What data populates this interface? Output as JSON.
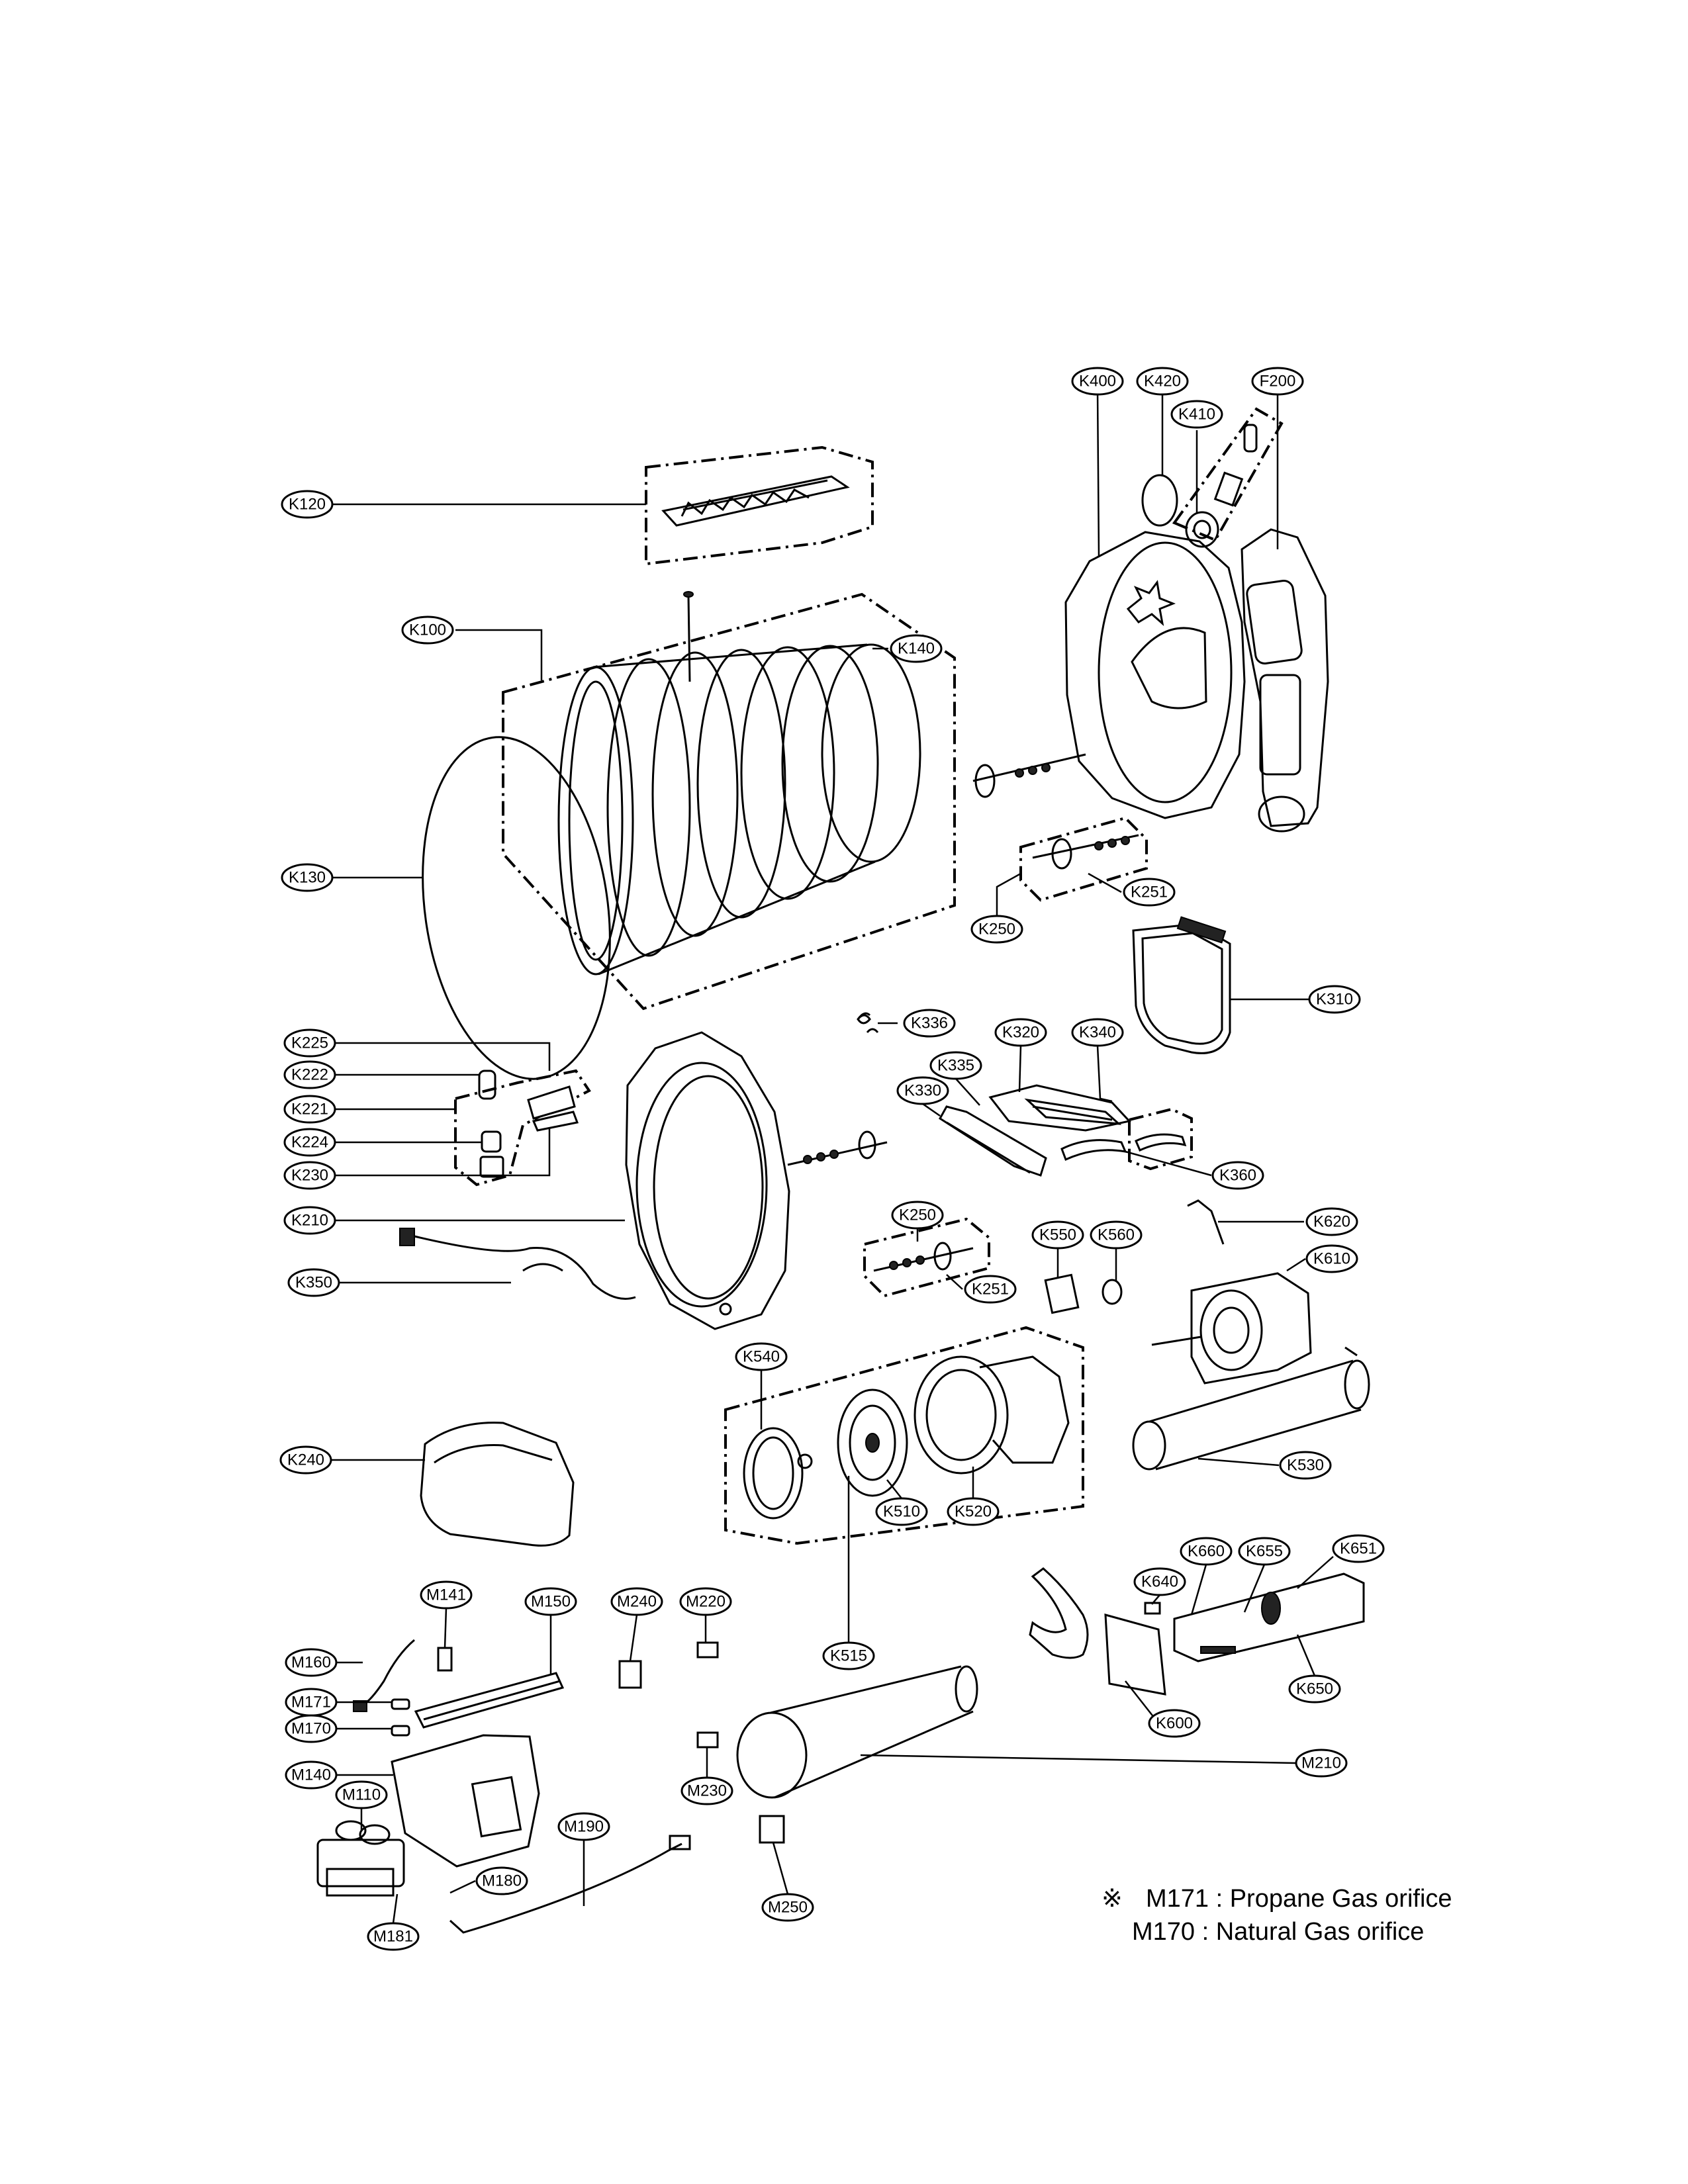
{
  "labels": [
    "K400",
    "K420",
    "F200",
    "K410",
    "K120",
    "K100",
    "K140",
    "K130",
    "K250",
    "K251",
    "K310",
    "K336",
    "K320",
    "K340",
    "K335",
    "K330",
    "K360",
    "K225",
    "K222",
    "K221",
    "K224",
    "K230",
    "K210",
    "K350",
    "K250b",
    "K251b",
    "K550",
    "K560",
    "K620",
    "K610",
    "K540",
    "K240",
    "K510",
    "K520",
    "K530",
    "K515",
    "K660",
    "K655",
    "K651",
    "K640",
    "K650",
    "K600",
    "M141",
    "M150",
    "M240",
    "M220",
    "M160",
    "M171",
    "M170",
    "M140",
    "M230",
    "M210",
    "M110",
    "M190",
    "M180",
    "M250",
    "M181"
  ],
  "label_text": {
    "K400": "K400",
    "K420": "K420",
    "F200": "F200",
    "K410": "K410",
    "K120": "K120",
    "K100": "K100",
    "K140": "K140",
    "K130": "K130",
    "K250": "K250",
    "K251": "K251",
    "K310": "K310",
    "K336": "K336",
    "K320": "K320",
    "K340": "K340",
    "K335": "K335",
    "K330": "K330",
    "K360": "K360",
    "K225": "K225",
    "K222": "K222",
    "K221": "K221",
    "K224": "K224",
    "K230": "K230",
    "K210": "K210",
    "K350": "K350",
    "K250b": "K250",
    "K251b": "K251",
    "K550": "K550",
    "K560": "K560",
    "K620": "K620",
    "K610": "K610",
    "K540": "K540",
    "K240": "K240",
    "K510": "K510",
    "K520": "K520",
    "K530": "K530",
    "K515": "K515",
    "K660": "K660",
    "K655": "K655",
    "K651": "K651",
    "K640": "K640",
    "K650": "K650",
    "K600": "K600",
    "M141": "M141",
    "M150": "M150",
    "M240": "M240",
    "M220": "M220",
    "M160": "M160",
    "M171": "M171",
    "M170": "M170",
    "M140": "M140",
    "M230": "M230",
    "M210": "M210",
    "M110": "M110",
    "M190": "M190",
    "M180": "M180",
    "M250": "M250",
    "M181": "M181"
  },
  "notes": {
    "line1_symbol": "※",
    "line1": "M171 : Propane Gas orifice",
    "line2": "M170 : Natural Gas orifice"
  }
}
